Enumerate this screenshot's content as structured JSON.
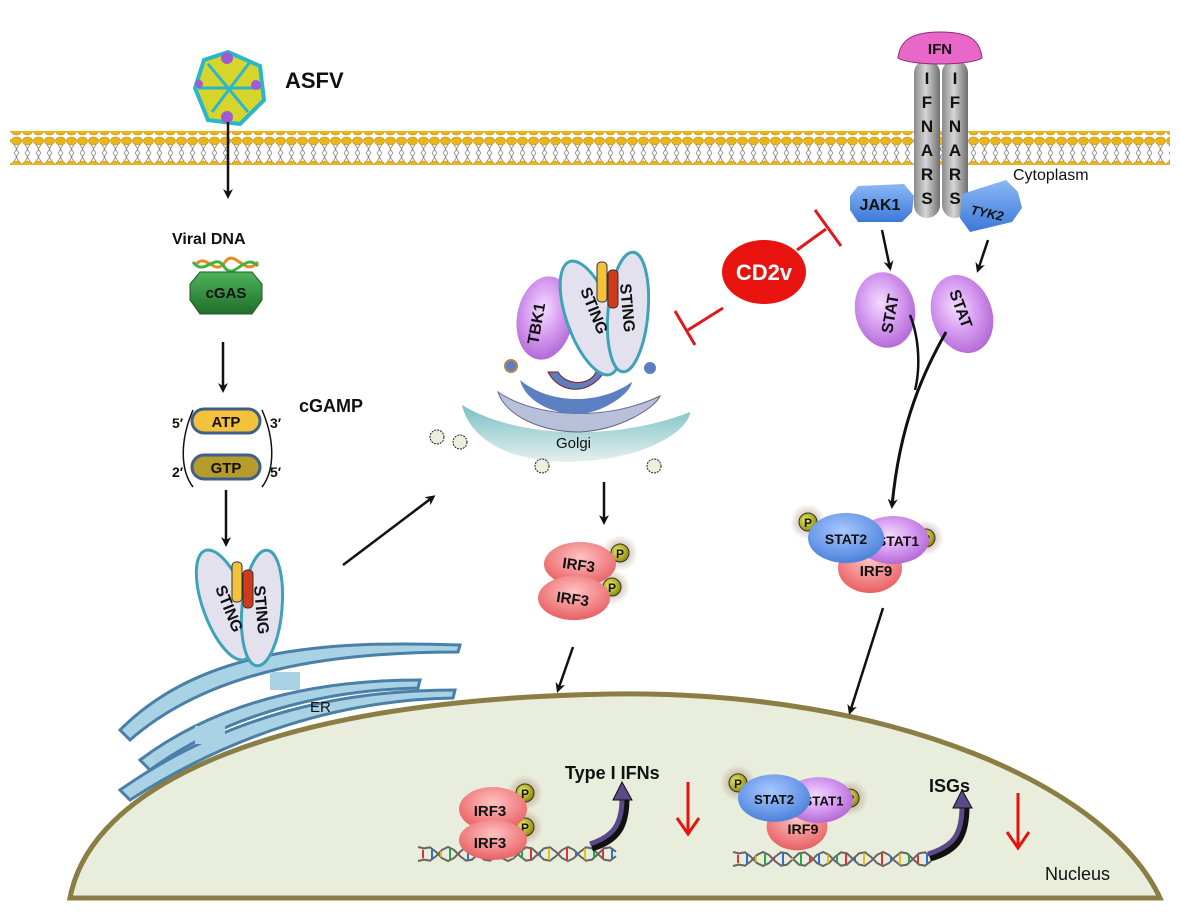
{
  "diagram": {
    "title": "ASFV CD2v inhibition of cGAS-STING and IFN-JAK-STAT signaling",
    "colors": {
      "membrane_head": "#e8b51a",
      "arrow": "#111111",
      "inhibition": "#e0191b",
      "cd2v": "#e8120f",
      "sting_fill": "#e4e1ee",
      "sting_stroke": "#3fa3b8",
      "stat_purple": "#c57ee0",
      "stat2_blue": "#5b8fe0",
      "irf_red": "#ee7474",
      "cgas_green": "#2e8b3a",
      "atp": "#f3c23a",
      "gtp": "#b59a2c",
      "ifn_pink": "#e867c8",
      "jak_blue": "#4f8fe6",
      "er_blue": "#a9d3e5",
      "nucleus_fill": "#e9eddc",
      "nucleus_border": "#8b7e45",
      "phospho": "#c9c90f",
      "transcription_arrow": "#5a4a88"
    },
    "labels": {
      "virus": "ASFV",
      "viral_dna": "Viral DNA",
      "cgas": "cGAS",
      "cgamp": "cGAMP",
      "atp": "ATP",
      "gtp": "GTP",
      "prime_5a": "5′",
      "prime_3": "3′",
      "prime_2": "2′",
      "prime_5b": "5′",
      "sting": "STING",
      "tbk1": "TBK1",
      "er": "ER",
      "golgi": "Golgi",
      "irf3": "IRF3",
      "phospho": "P",
      "cd2v": "CD2v",
      "ifn": "IFN",
      "ifnar_letters": [
        "I",
        "F",
        "N",
        "A",
        "R",
        "S"
      ],
      "jak1": "JAK1",
      "tyk2": "TYK2",
      "stat": "STAT",
      "stat1": "STAT1",
      "stat2": "STAT2",
      "irf9": "IRF9",
      "cytoplasm": "Cytoplasm",
      "nucleus": "Nucleus",
      "type1_ifns": "Type I IFNs",
      "isgs": "ISGs"
    },
    "outcomes": [
      {
        "gene": "Type I IFNs",
        "change": "decreased"
      },
      {
        "gene": "ISGs",
        "change": "decreased"
      }
    ],
    "inhibitions": [
      {
        "inhibitor": "CD2v",
        "target": "STING (Golgi)"
      },
      {
        "inhibitor": "CD2v",
        "target": "JAK1 / IFNAR signaling"
      }
    ]
  }
}
